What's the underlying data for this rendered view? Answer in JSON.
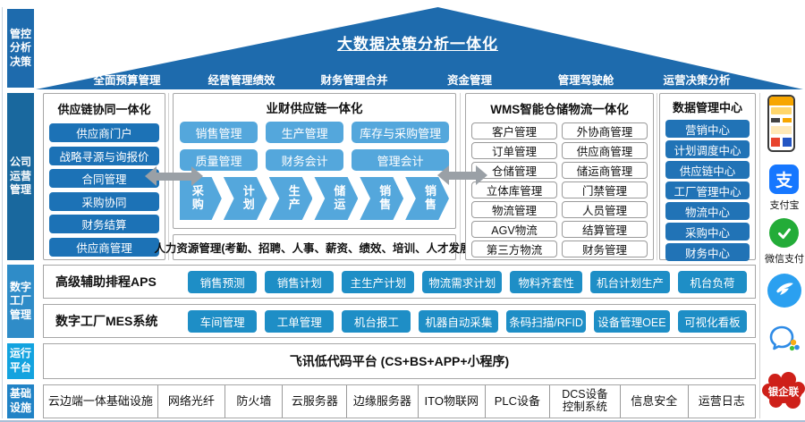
{
  "colors": {
    "roof_blue": "#1E6BAD",
    "dark_button_blue": "#1C72B6",
    "light_button_blue": "#54A7DC",
    "mid_button_blue": "#1E8EC6",
    "runtime_cyan": "#13A3DF",
    "unionpay_red": "#CE2019",
    "alipay_blue": "#1677FF",
    "wechat_green": "#23AC38",
    "dingtalk_blue": "#2BA0F0"
  },
  "sidebar": {
    "items": [
      "管控\n分析\n决策",
      "公司\n运营\n管理",
      "数字\n工厂\n管理",
      "运行\n平台",
      "基础\n设施"
    ]
  },
  "roof": {
    "title": "大数据决策分析一体化",
    "labels": [
      "全面预算管理",
      "经营管理绩效",
      "财务管理合并",
      "资金管理",
      "管理驾驶舱",
      "运营决策分析"
    ]
  },
  "supplier_collab": {
    "title": "供应链协同一体化",
    "items": [
      "供应商门户",
      "战略寻源与询报价",
      "合同管理",
      "采购协同",
      "财务结算",
      "供应商管理"
    ]
  },
  "finance_supply": {
    "title": "业财供应链一体化",
    "buttons": [
      "销售管理",
      "生产管理",
      "库存与采购管理",
      "质量管理",
      "财务会计",
      "管理会计"
    ],
    "chevrons": [
      "采\n购",
      "计\n划",
      "生\n产",
      "储\n运",
      "销\n售",
      "销\n售"
    ],
    "hr_text": "人力资源管理(考勤、招聘、人事、薪资、绩效、培训、人才发展)"
  },
  "wms": {
    "title": "WMS智能仓储物流一体化",
    "left": [
      "客户管理",
      "订单管理",
      "仓储管理",
      "立体库管理",
      "物流管理",
      "AGV物流",
      "第三方物流"
    ],
    "right": [
      "外协商管理",
      "供应商管理",
      "储运商管理",
      "门禁管理",
      "人员管理",
      "结算管理",
      "财务管理"
    ]
  },
  "data_center": {
    "title": "数据管理中心",
    "items": [
      "营销中心",
      "计划调度中心",
      "供应链中心",
      "工厂管理中心",
      "物流中心",
      "采购中心",
      "财务中心"
    ]
  },
  "aps": {
    "label": "高级辅助排程APS",
    "buttons": [
      "销售预测",
      "销售计划",
      "主生产计划",
      "物流需求计划",
      "物料齐套性",
      "机台计划生产",
      "机台负荷"
    ]
  },
  "mes": {
    "label": "数字工厂MES系统",
    "buttons": [
      "车间管理",
      "工单管理",
      "机台报工",
      "机器自动采集",
      "条码扫描/RFID",
      "设备管理OEE",
      "可视化看板"
    ]
  },
  "runtime": {
    "text": "飞讯低代码平台 (CS+BS+APP+小程序)"
  },
  "infra": {
    "cells": [
      "云边端一体基础设施",
      "网络光纤",
      "防火墙",
      "云服务器",
      "边缘服务器",
      "ITO物联网",
      "PLC设备",
      "DCS设备\n控制系统",
      "信息安全",
      "运营日志"
    ]
  },
  "right_rail": {
    "alipay_glyph": "支",
    "alipay_label": "支付宝",
    "wechat_label": "微信支付",
    "unionpay_label": "银企联"
  }
}
